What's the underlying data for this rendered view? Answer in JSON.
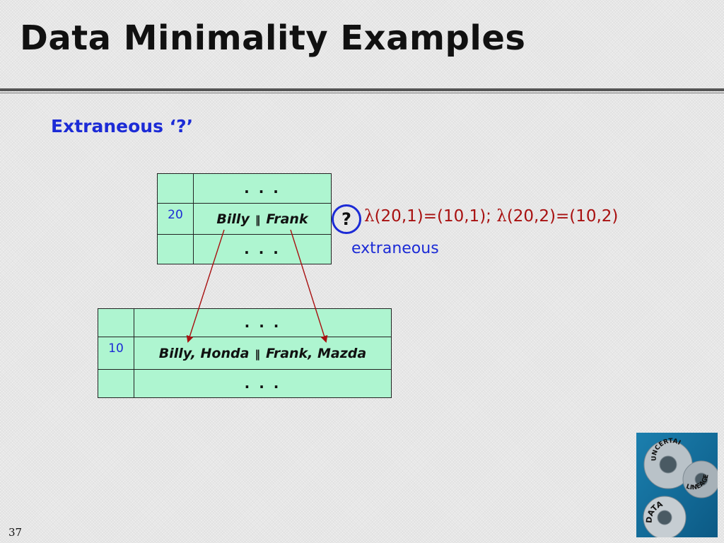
{
  "slide": {
    "title": "Data Minimality Examples",
    "subtitle": "Extraneous ‘?’",
    "page_number": "37"
  },
  "top_table": {
    "ellipsis_top": ". . .",
    "id": "20",
    "left_value": "Billy",
    "separator": "‖",
    "right_value": "Frank",
    "ellipsis_bottom": ". . ."
  },
  "bottom_table": {
    "ellipsis_top": ". . .",
    "id": "10",
    "left_value": "Billy, Honda",
    "separator": "‖",
    "right_value": "Frank, Mazda",
    "ellipsis_bottom": ". . ."
  },
  "annotation": {
    "question_mark": "?",
    "lambda_symbol": "λ",
    "expr_part1": "(20,1)=(10,1); ",
    "expr_part2": "(20,2)=(10,2)",
    "note": "extraneous"
  },
  "logo": {
    "text_uncertainty": "UNCERTAINTY",
    "text_lineage": "LINEAGE",
    "text_data": "DATA"
  },
  "colors": {
    "table_fill": "#aef5d0",
    "blue_text": "#1c2bd6",
    "arrow_red": "#a81010"
  }
}
